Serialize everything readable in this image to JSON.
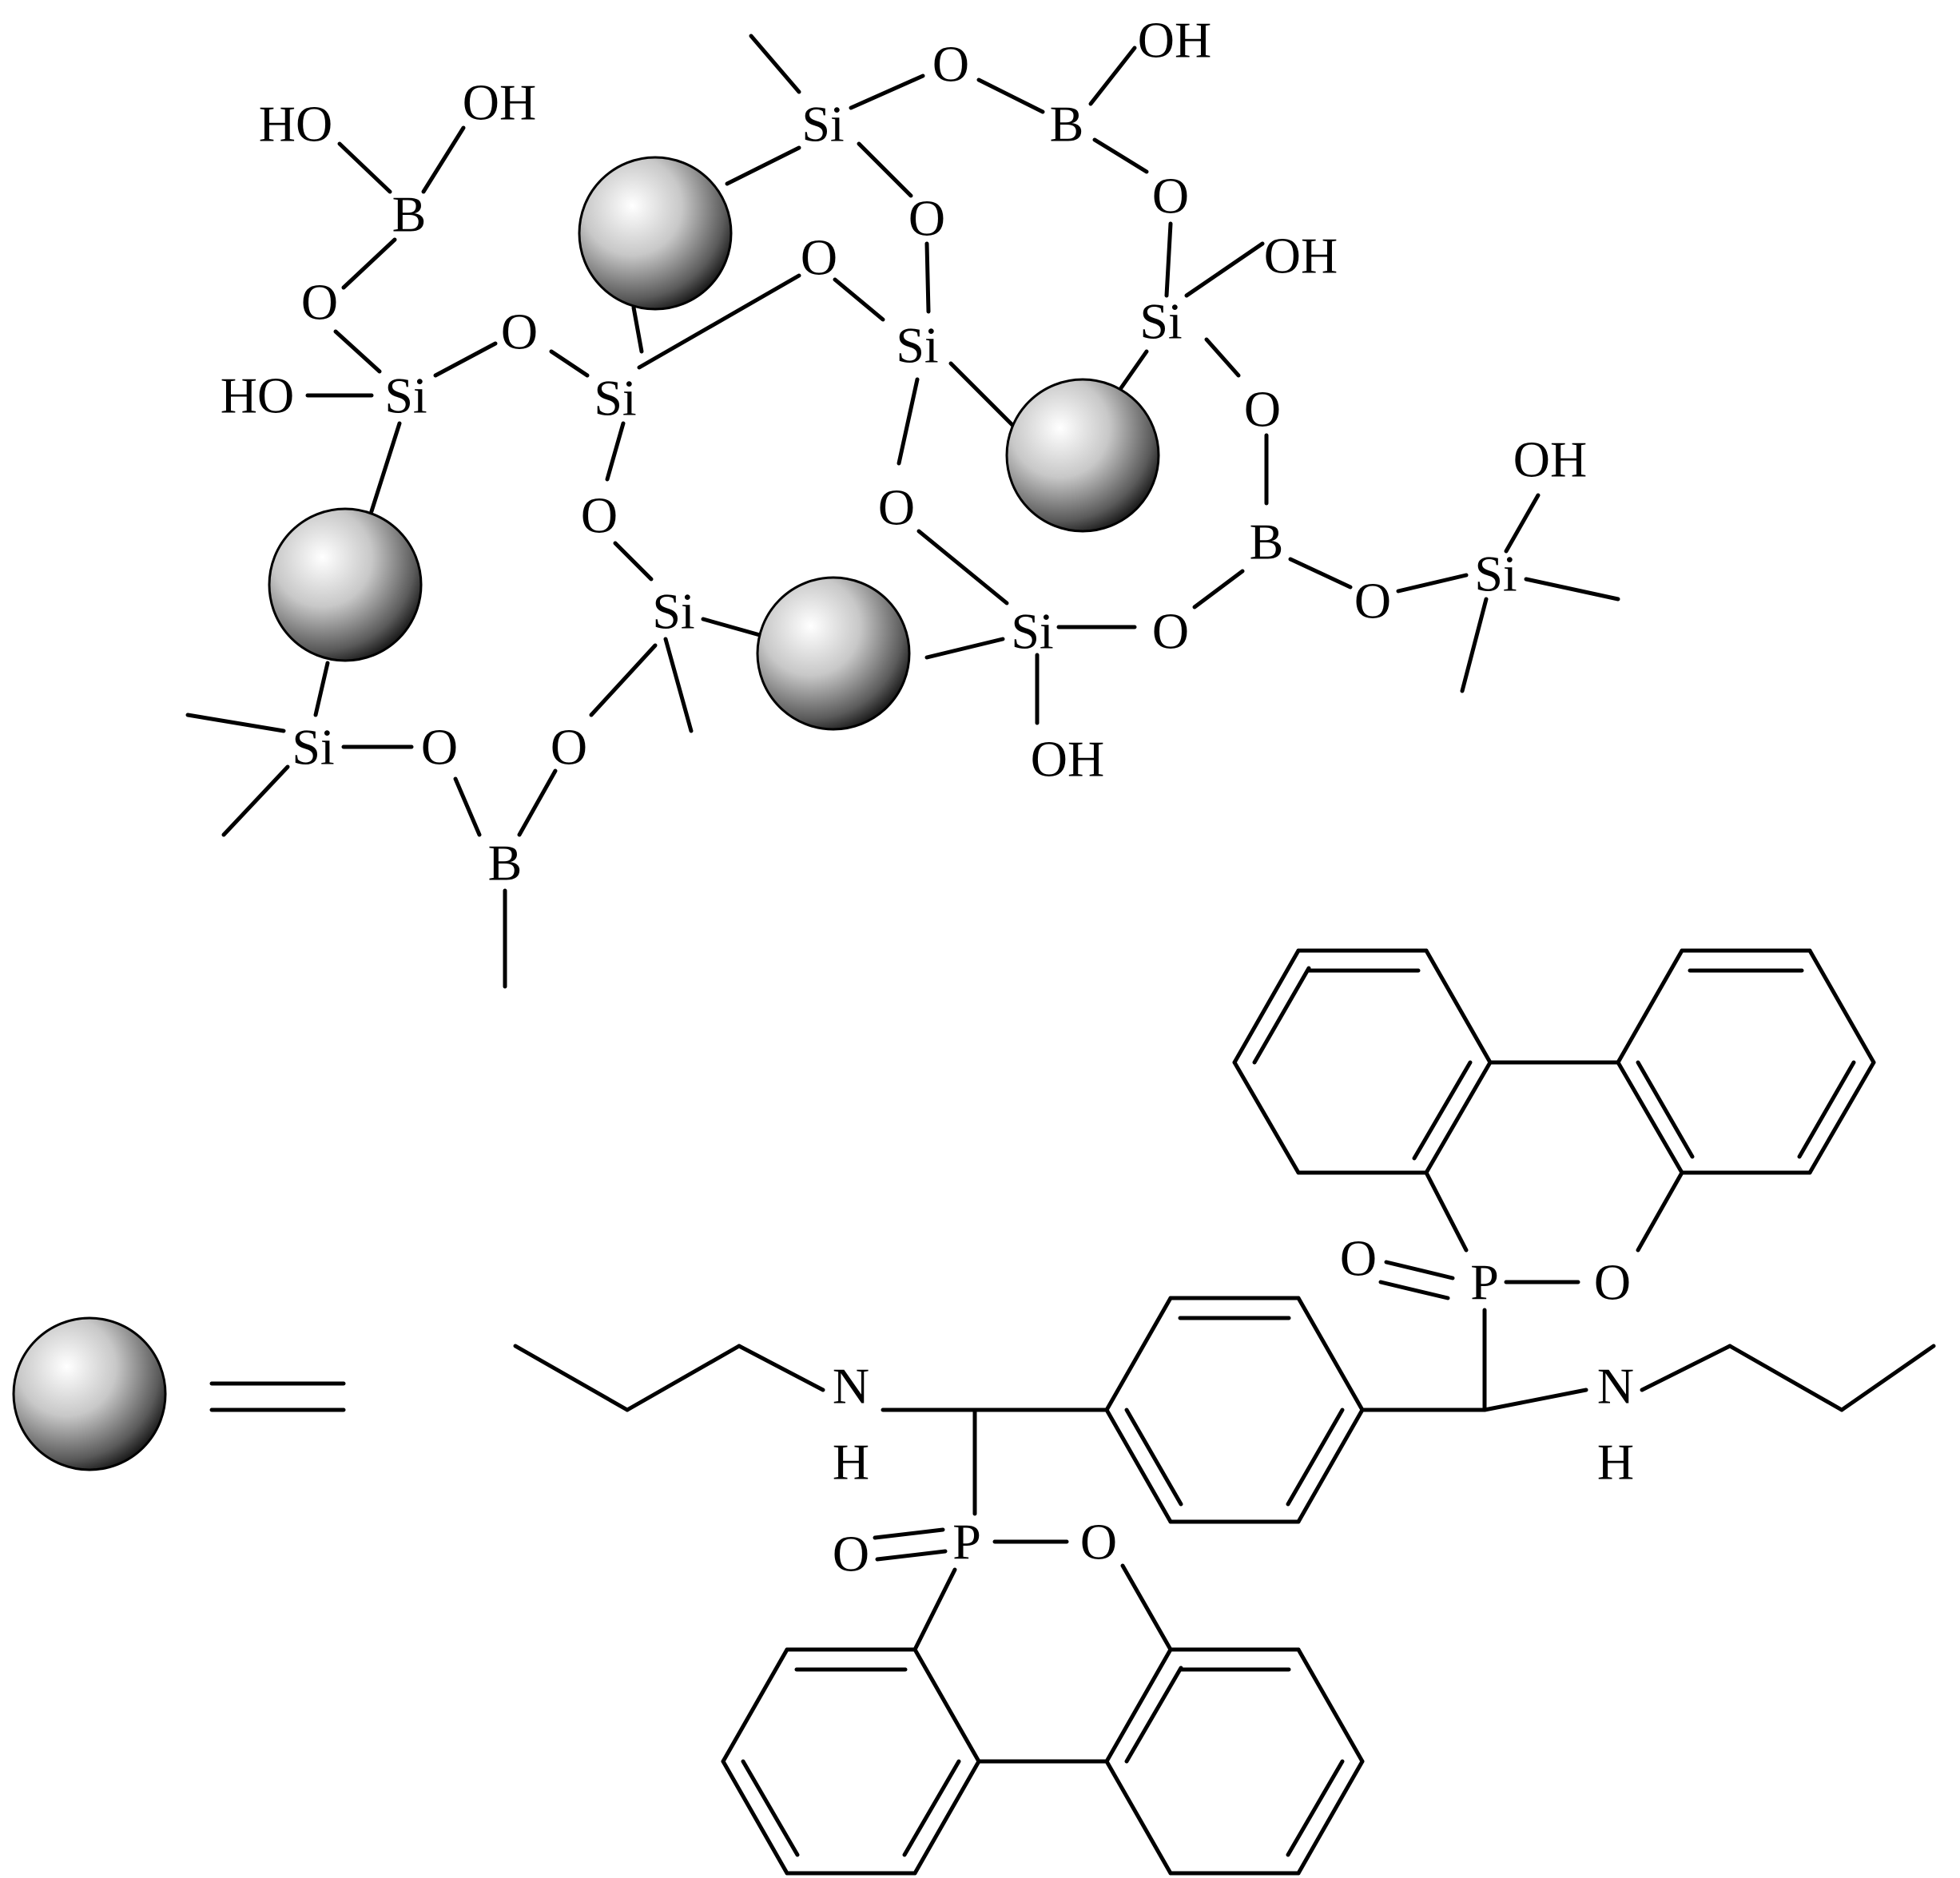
{
  "atoms": {
    "si": "Si",
    "o": "O",
    "b": "B",
    "oh": "OH",
    "ho": "HO",
    "p": "P",
    "n": "N",
    "h": "H"
  },
  "colors": {
    "ink": "#000000",
    "sphere_light": "#ffffff",
    "sphere_mid": "#a8a8a8",
    "sphere_dark": "#202020"
  },
  "icons": {
    "sphere": "grey-sphere-icon",
    "equals": "double-bond-equals"
  }
}
